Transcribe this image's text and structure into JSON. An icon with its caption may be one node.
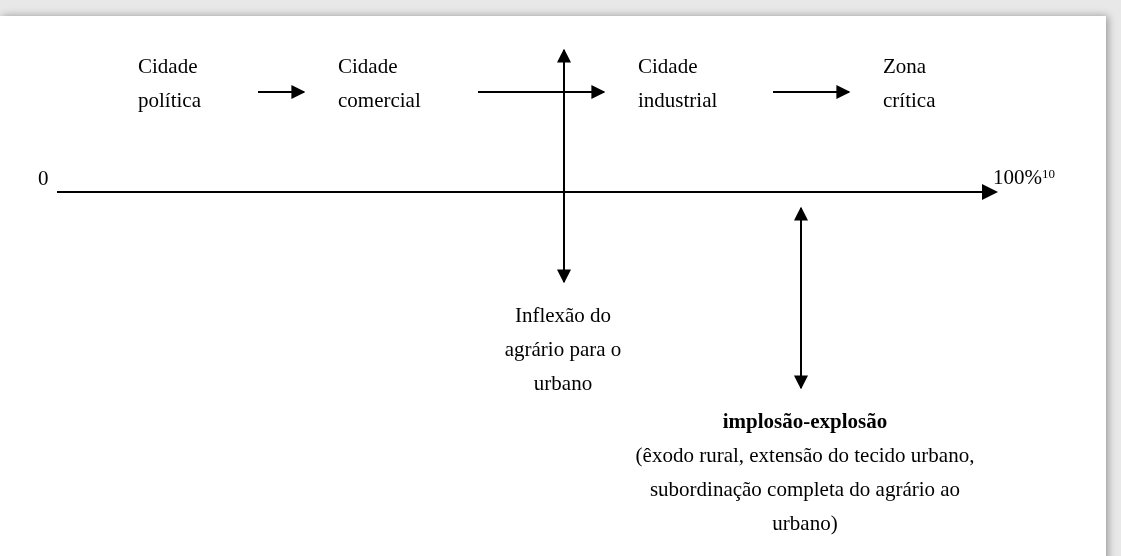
{
  "diagram": {
    "nodes": [
      {
        "text": [
          "Cidade política"
        ]
      },
      {
        "text": [
          "Cidade comercial"
        ]
      },
      {
        "text": [
          "Cidade industrial"
        ]
      },
      {
        "text": [
          "Zona crítica"
        ]
      },
      {
        "text": [
          "Inflexão do agrário para o urbano"
        ]
      },
      {
        "text": [
          "implosão-explosão",
          "(êxodo rural, extensão do tecido urbano, subordinação completa do agrário ao urbano)"
        ]
      }
    ],
    "edges": [
      {
        "from": 0,
        "to": 1,
        "arrow": "to"
      },
      {
        "from": 1,
        "to": 2,
        "arrow": "to"
      },
      {
        "from": 2,
        "to": 3,
        "arrow": "to"
      },
      {
        "from": null,
        "to": 4,
        "arrow": "both"
      },
      {
        "from": null,
        "to": 5,
        "arrow": "both"
      }
    ],
    "labels": [
      "0",
      "100%$^{10}$"
    ]
  }
}
